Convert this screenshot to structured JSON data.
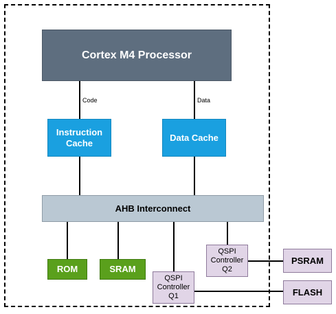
{
  "diagram": {
    "processor": "Cortex M4 Processor",
    "code_label": "Code",
    "data_label": "Data",
    "instruction_cache": "Instruction\nCache",
    "data_cache": "Data Cache",
    "interconnect": "AHB Interconnect",
    "rom": "ROM",
    "sram": "SRAM",
    "qspi_q1": "QSPI\nController\nQ1",
    "qspi_q2": "QSPI\nController\nQ2",
    "psram": "PSRAM",
    "flash": "FLASH"
  },
  "colors": {
    "processor": "#5e6e7f",
    "cache": "#1aa0e0",
    "interconnect": "#bac8d3",
    "memory": "#5aa01c",
    "qspi_and_external": "#e1d5e7"
  }
}
